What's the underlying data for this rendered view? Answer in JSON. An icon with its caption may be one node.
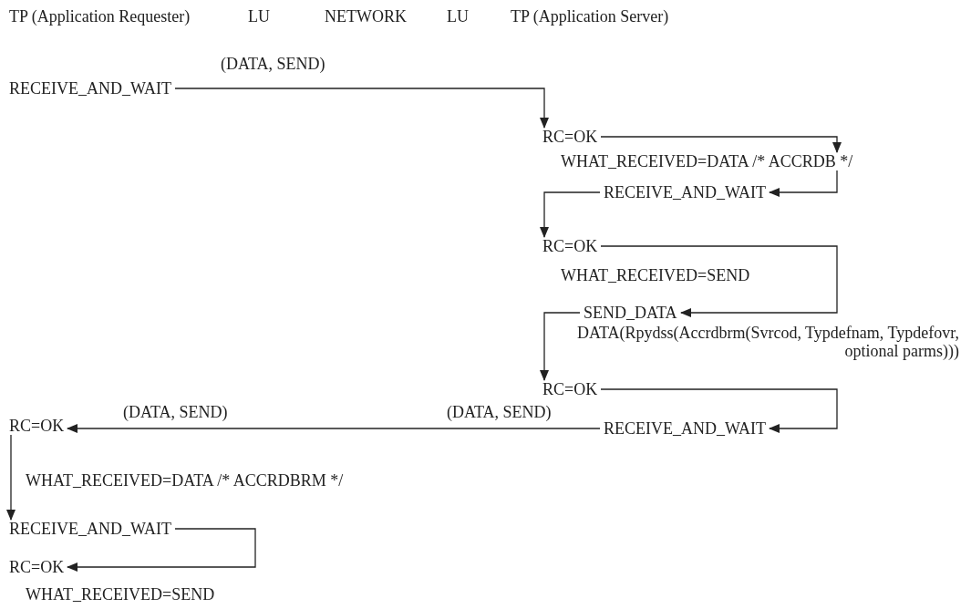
{
  "diagram": {
    "nodes": [
      {
        "text": [
          "RECEIVE_AND_WAIT"
        ]
      },
      {
        "text": [
          "RC=OK"
        ]
      },
      {
        "text": [
          "WHAT_RECEIVED=DATA /* ACCRDB */"
        ]
      },
      {
        "text": [
          "RECEIVE_AND_WAIT"
        ]
      },
      {
        "text": [
          "RC=OK"
        ]
      },
      {
        "text": [
          "SEND_DATA"
        ]
      },
      {
        "text": [
          "RC=OK"
        ]
      },
      {
        "text": [
          "RECEIVE_AND_WAIT"
        ]
      },
      {
        "text": [
          "RC=OK"
        ]
      },
      {
        "text": [
          "RECEIVE_AND_WAIT"
        ]
      },
      {
        "text": [
          "RC=OK"
        ]
      }
    ],
    "edges": [
      {
        "from": 0,
        "to": 1,
        "arrow": "to",
        "label": "(DATA, SEND)"
      },
      {
        "from": 1,
        "to": 2,
        "arrow": "to"
      },
      {
        "from": 2,
        "to": 3,
        "arrow": "to"
      },
      {
        "from": 3,
        "to": 4,
        "arrow": "to"
      },
      {
        "from": 4,
        "to": 5,
        "arrow": "to"
      },
      {
        "from": 5,
        "to": 6,
        "arrow": "to",
        "label": "DATA(Rpydss(Accrdbrm(Svrcod, Typdefnam, Typdefovr, optional parms)))"
      },
      {
        "from": 6,
        "to": 7,
        "arrow": "to"
      },
      {
        "from": 7,
        "to": 8,
        "arrow": "to",
        "label": "(DATA, SEND)"
      },
      {
        "from": 8,
        "to": 9,
        "arrow": "to",
        "label": "WHAT_RECEIVED=DATA /* ACCRDBRM */"
      },
      {
        "from": 9,
        "to": 10,
        "arrow": "to"
      }
    ],
    "labels": [
      "TP (Application Requester)",
      "LU",
      "NETWORK",
      "LU",
      "TP (Application Server)",
      "WHAT_RECEIVED=SEND",
      "(DATA, SEND)",
      "WHAT_RECEIVED=SEND"
    ]
  }
}
